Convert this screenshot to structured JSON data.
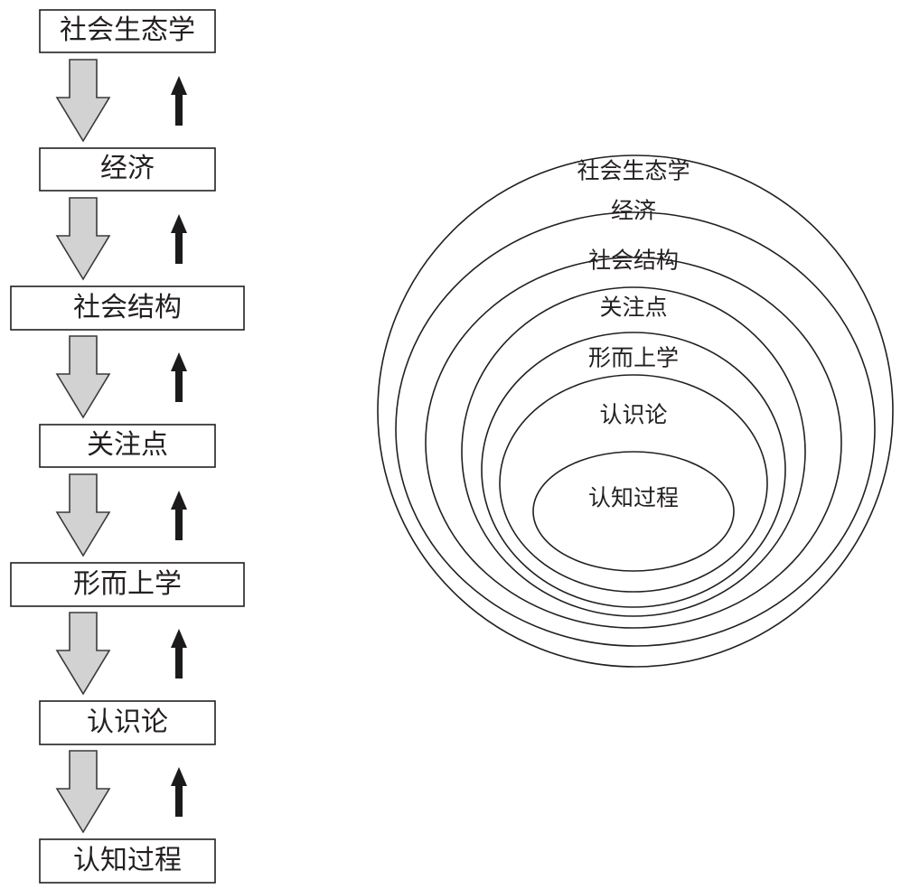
{
  "left_chain": {
    "levels": [
      {
        "label": "社会生态学"
      },
      {
        "label": "经济"
      },
      {
        "label": "社会结构"
      },
      {
        "label": "关注点"
      },
      {
        "label": "形而上学"
      },
      {
        "label": "认识论"
      },
      {
        "label": "认知过程"
      }
    ]
  },
  "right_nested": {
    "rings": [
      {
        "label": "社会生态学"
      },
      {
        "label": "经济"
      },
      {
        "label": "社会结构"
      },
      {
        "label": "关注点"
      },
      {
        "label": "形而上学"
      },
      {
        "label": "认识论"
      },
      {
        "label": "认知过程"
      }
    ]
  },
  "colors": {
    "stroke": "#231f20",
    "down_arrow_fill": "#d2d2d2",
    "up_arrow_fill": "#1c1a1b"
  }
}
